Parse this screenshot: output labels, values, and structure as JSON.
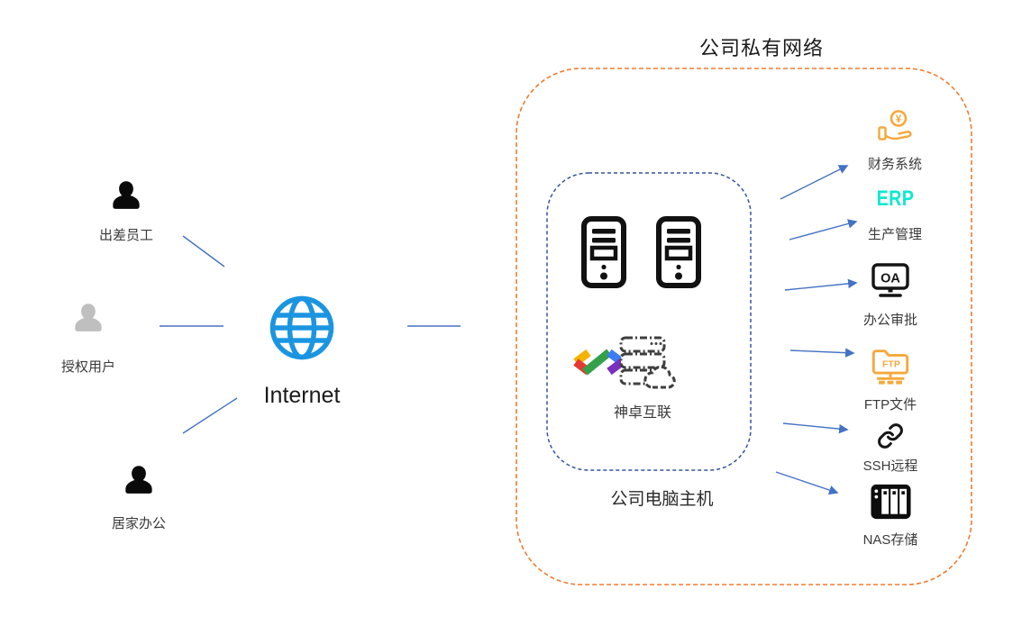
{
  "network": {
    "title": "公司私有网络",
    "internet": {
      "label": "Internet"
    },
    "users": [
      {
        "label": "出差员工",
        "color": "#0a0a0a"
      },
      {
        "label": "授权用户",
        "color": "#BFBFBF"
      },
      {
        "label": "居家办公",
        "color": "#0a0a0a"
      }
    ],
    "gateway": {
      "brand": "神卓互联",
      "caption": "公司电脑主机"
    },
    "services": [
      {
        "label": "财务系统",
        "icon_text": "¥"
      },
      {
        "label": "生产管理",
        "icon_text": "ERP"
      },
      {
        "label": "办公审批",
        "icon_text": "OA"
      },
      {
        "label": "FTP文件",
        "icon_text": "FTP"
      },
      {
        "label": "SSH远程",
        "icon_text": ""
      },
      {
        "label": "NAS存储",
        "icon_text": ""
      }
    ],
    "colors": {
      "connector_blue": "#4472C4",
      "globe_blue": "#1B95E0",
      "private_network_border": "#ED7D31",
      "host_box_border": "#35549B",
      "service_orange": "#F5A83C",
      "erp_teal": "#0FE9CE",
      "user_gray": "#BFBFBF",
      "icon_black": "#111111"
    }
  }
}
